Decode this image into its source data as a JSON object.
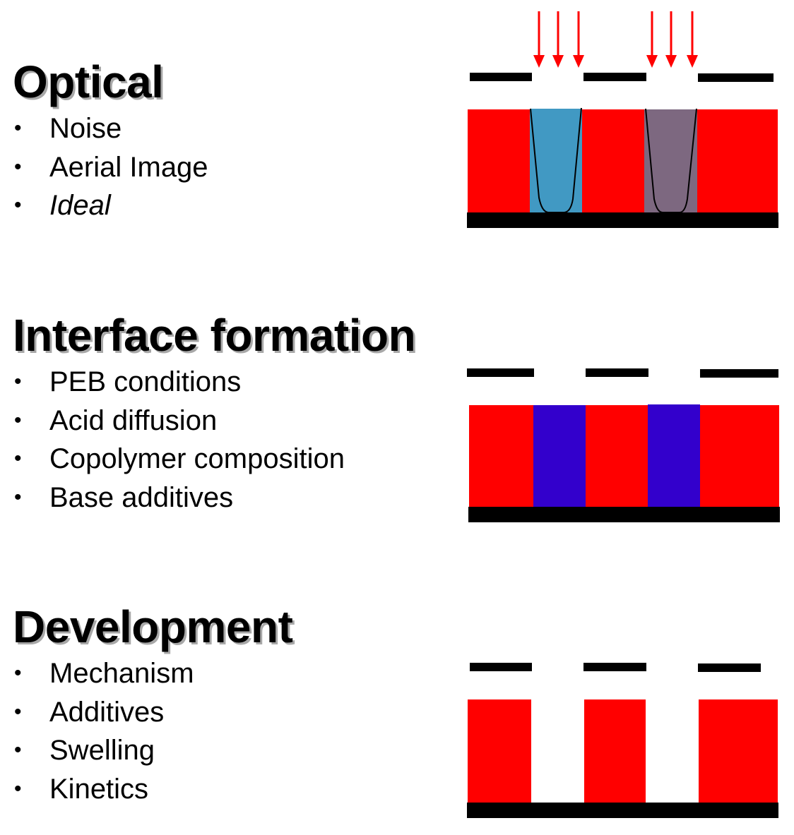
{
  "sections": [
    {
      "title": "Optical",
      "bullets": [
        "Noise",
        "Aerial Image",
        "Ideal"
      ]
    },
    {
      "title": "Interface formation",
      "bullets": [
        "PEB conditions",
        "Acid diffusion",
        "Copolymer composition",
        "Base additives"
      ]
    },
    {
      "title": "Development",
      "bullets": [
        "Mechanism",
        "Additives",
        "Swelling",
        "Kinetics"
      ]
    }
  ],
  "colors": {
    "resist": "#ff0000",
    "exposed_1": "#4199c3",
    "exposed_2": "#7d6880",
    "acid": "#3300cc",
    "mask": "#000000",
    "light": "#ff0000"
  }
}
